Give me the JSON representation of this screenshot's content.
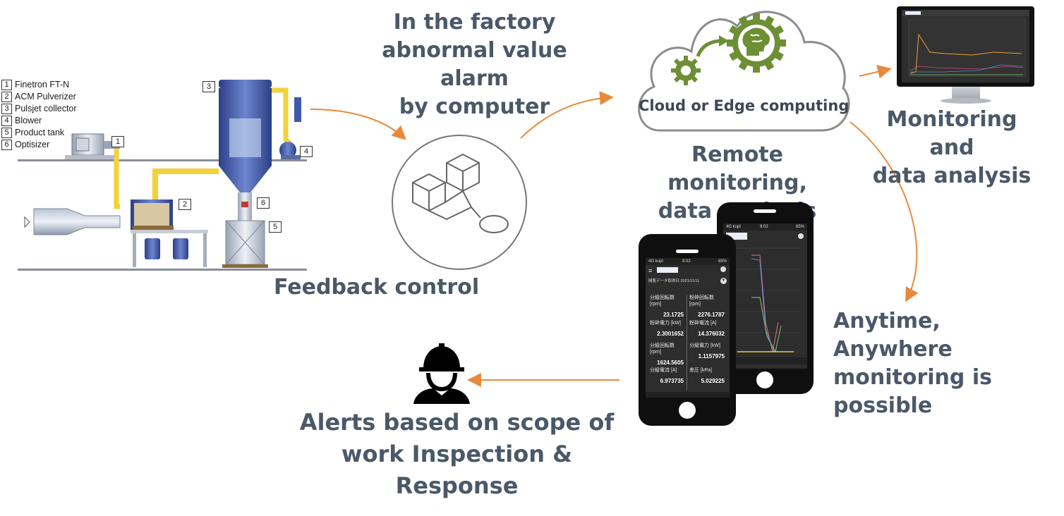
{
  "headings": {
    "factory_alarm": [
      "In the factory",
      "abnormal value alarm",
      "by computer"
    ],
    "feedback": "Feedback control",
    "cloud": "Cloud or Edge computing",
    "remote": [
      "Remote monitoring,",
      "data analysis"
    ],
    "monitor": [
      "Monitoring and",
      "data analysis"
    ],
    "anytime": [
      "Anytime,",
      "Anywhere",
      "monitoring is",
      "possible"
    ],
    "alerts": [
      "Alerts based on scope of",
      "work Inspection &",
      "Response"
    ]
  },
  "legend": [
    {
      "num": "1",
      "label": "Finetron  FT-N"
    },
    {
      "num": "2",
      "label": "ACM Pulverizer"
    },
    {
      "num": "3",
      "label": "Pulsjet collector"
    },
    {
      "num": "4",
      "label": "Blower"
    },
    {
      "num": "5",
      "label": "Product tank"
    },
    {
      "num": "6",
      "label": "Optisizer"
    }
  ],
  "tags": {
    "t1": "1",
    "t2": "2",
    "t3": "3",
    "t4": "4",
    "t5": "5",
    "t6": "6"
  },
  "phone": {
    "time": "9:02",
    "carrier": "4G kupl",
    "battery": "65%",
    "date_line": "閲覧データ取得日  2021/11/11",
    "cells": [
      {
        "label": "分級回転数 [rpm]",
        "value": "23.1725"
      },
      {
        "label": "粉砕回転数 [rpm]",
        "value": "2276.1787"
      },
      {
        "label": "粉砕電力 [kW]",
        "value": "2.3001652"
      },
      {
        "label": "粉砕電流 [A]",
        "value": "14.376032"
      },
      {
        "label": "分級回転数 [rpm]",
        "value": "1624.5605"
      },
      {
        "label": "分級電力 [kW]",
        "value": "1.1157975"
      },
      {
        "label": "分級電流 [A]",
        "value": "6.973735"
      },
      {
        "label": "差圧 [kPa]",
        "value": "5.029225"
      }
    ]
  },
  "colors": {
    "heading": "#4a5868",
    "arrow": "#e88a3c",
    "cloud_green": "#6d8f35",
    "duct_yellow": "#f2d238",
    "equipment_blue": "#3f5aa8"
  },
  "icons": [
    "cube-network-icon",
    "gear-icon",
    "brain-gear-icon",
    "worker-helmet-icon",
    "monitor-icon",
    "smartphone-icon"
  ]
}
